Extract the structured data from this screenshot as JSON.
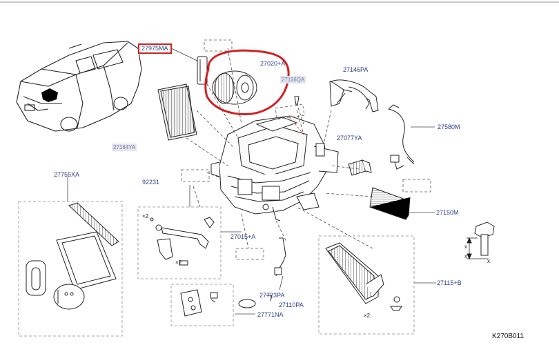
{
  "diagram": {
    "code": "K270B011",
    "labels": {
      "p27975MA": "27975MA",
      "p27020A": "27020+A",
      "p27146PA": "27146PA",
      "p27580M": "27580M",
      "p27077YA": "27077YA",
      "p27755XA": "27755XA",
      "p92231": "92231",
      "p27150M": "27150M",
      "p27015A": "27015+A",
      "p27115B": "27115+B",
      "p27723PA": "27723PA",
      "p27110PA": "27110PA",
      "p27771NA": "27771NA",
      "ghost_filter": "27164YA",
      "ghost_top": "27116QA",
      "qty_x2_a": "×2",
      "qty_x2_b": "×2",
      "qty_x2_c": "×2",
      "dim_x_1": "x",
      "dim_x_2": "x",
      "dim_x_3": "x"
    },
    "highlight_color": "#d42020",
    "label_color": "#2b3f8c"
  }
}
